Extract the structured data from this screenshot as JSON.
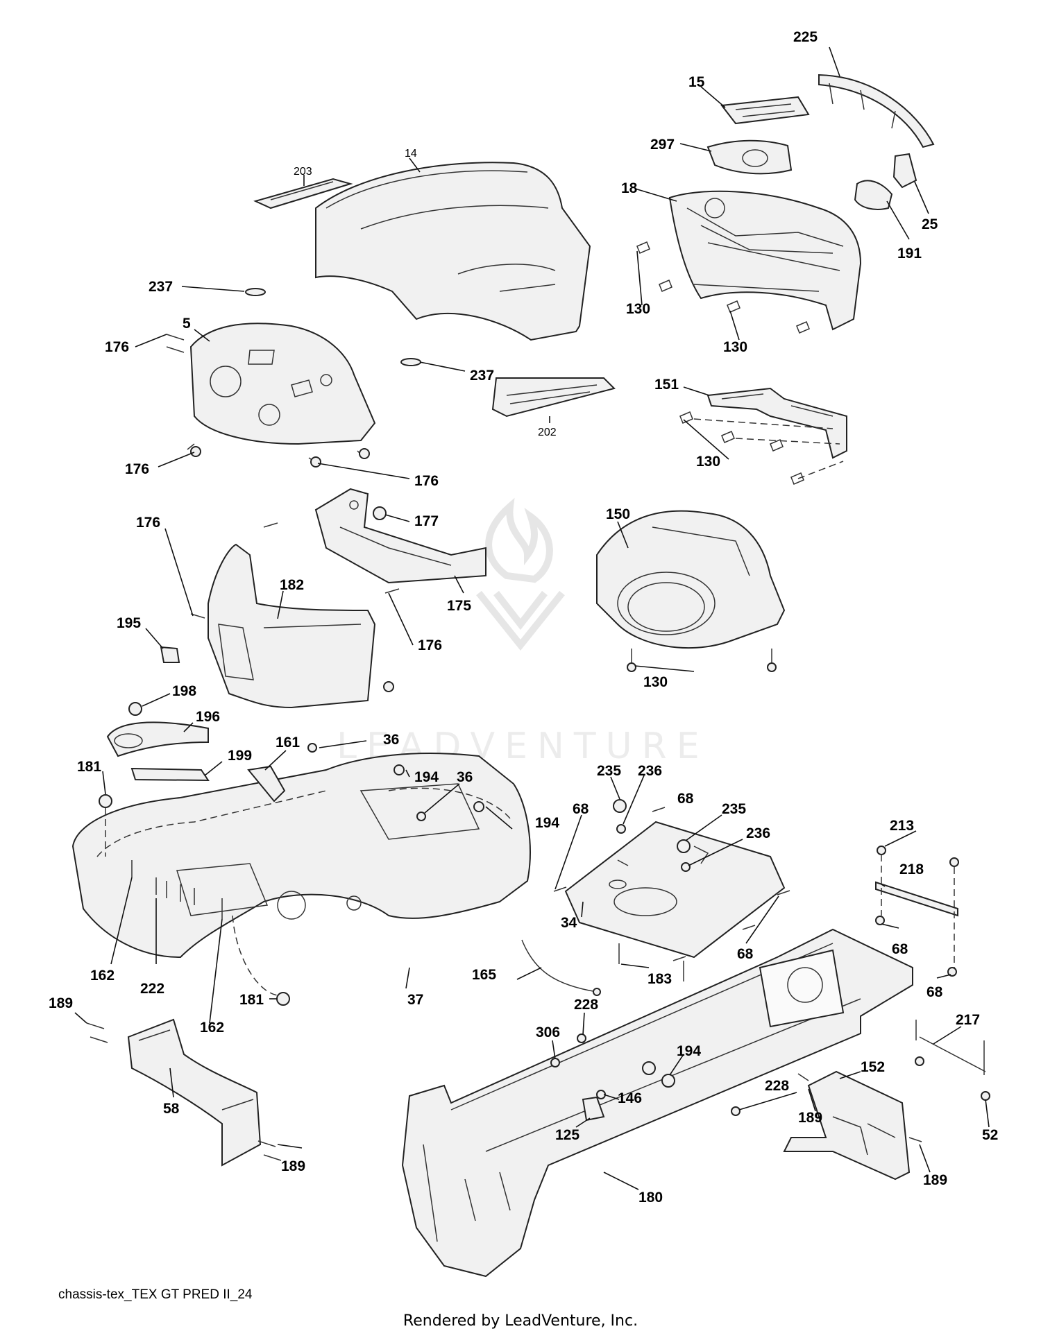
{
  "watermark": "LEADVENTURE",
  "caption": "chassis-tex_TEX GT PRED II_24",
  "footer": "Rendered by LeadVenture, Inc.",
  "callouts": [
    {
      "id": "c225",
      "label": "225"
    },
    {
      "id": "c15",
      "label": "15"
    },
    {
      "id": "c297",
      "label": "297"
    },
    {
      "id": "c14",
      "label": "14"
    },
    {
      "id": "c203",
      "label": "203"
    },
    {
      "id": "c18",
      "label": "18"
    },
    {
      "id": "c25",
      "label": "25"
    },
    {
      "id": "c191",
      "label": "191"
    },
    {
      "id": "c130a",
      "label": "130"
    },
    {
      "id": "c130b",
      "label": "130"
    },
    {
      "id": "c237a",
      "label": "237"
    },
    {
      "id": "c5",
      "label": "5"
    },
    {
      "id": "c176a",
      "label": "176"
    },
    {
      "id": "c237b",
      "label": "237"
    },
    {
      "id": "c202",
      "label": "202"
    },
    {
      "id": "c151",
      "label": "151"
    },
    {
      "id": "c130c",
      "label": "130"
    },
    {
      "id": "c176b",
      "label": "176"
    },
    {
      "id": "c176c",
      "label": "176"
    },
    {
      "id": "c176d",
      "label": "176"
    },
    {
      "id": "c177",
      "label": "177"
    },
    {
      "id": "c150",
      "label": "150"
    },
    {
      "id": "c182",
      "label": "182"
    },
    {
      "id": "c175",
      "label": "175"
    },
    {
      "id": "c195",
      "label": "195"
    },
    {
      "id": "c176e",
      "label": "176"
    },
    {
      "id": "c130d",
      "label": "130"
    },
    {
      "id": "c198",
      "label": "198"
    },
    {
      "id": "c196",
      "label": "196"
    },
    {
      "id": "c36a",
      "label": "36"
    },
    {
      "id": "c161",
      "label": "161"
    },
    {
      "id": "c199",
      "label": "199"
    },
    {
      "id": "c181a",
      "label": "181"
    },
    {
      "id": "c194a",
      "label": "194"
    },
    {
      "id": "c36b",
      "label": "36"
    },
    {
      "id": "c235a",
      "label": "235"
    },
    {
      "id": "c236a",
      "label": "236"
    },
    {
      "id": "c68a",
      "label": "68"
    },
    {
      "id": "c194b",
      "label": "194"
    },
    {
      "id": "c68b",
      "label": "68"
    },
    {
      "id": "c235b",
      "label": "235"
    },
    {
      "id": "c236b",
      "label": "236"
    },
    {
      "id": "c213",
      "label": "213"
    },
    {
      "id": "c218",
      "label": "218"
    },
    {
      "id": "c34",
      "label": "34"
    },
    {
      "id": "c68c",
      "label": "68"
    },
    {
      "id": "c68d",
      "label": "68"
    },
    {
      "id": "c68e",
      "label": "68"
    },
    {
      "id": "c162a",
      "label": "162"
    },
    {
      "id": "c222",
      "label": "222"
    },
    {
      "id": "c183",
      "label": "183"
    },
    {
      "id": "c165",
      "label": "165"
    },
    {
      "id": "c37",
      "label": "37"
    },
    {
      "id": "c181b",
      "label": "181"
    },
    {
      "id": "c162b",
      "label": "162"
    },
    {
      "id": "c189a",
      "label": "189"
    },
    {
      "id": "c228a",
      "label": "228"
    },
    {
      "id": "c306",
      "label": "306"
    },
    {
      "id": "c194c",
      "label": "194"
    },
    {
      "id": "c217",
      "label": "217"
    },
    {
      "id": "c58",
      "label": "58"
    },
    {
      "id": "c146",
      "label": "146"
    },
    {
      "id": "c152",
      "label": "152"
    },
    {
      "id": "c228b",
      "label": "228"
    },
    {
      "id": "c189b",
      "label": "189"
    },
    {
      "id": "c52",
      "label": "52"
    },
    {
      "id": "c125",
      "label": "125"
    },
    {
      "id": "c189c",
      "label": "189"
    },
    {
      "id": "c189d",
      "label": "189"
    },
    {
      "id": "c180",
      "label": "180"
    }
  ]
}
